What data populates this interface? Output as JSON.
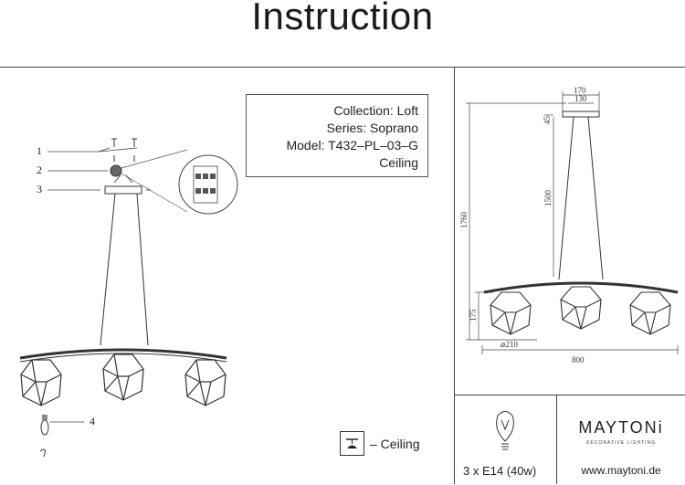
{
  "header": {
    "title": "Instruction"
  },
  "info": {
    "collection": "Collection: Loft",
    "series": "Series: Soprano",
    "model": "Model: T432–PL–03–G",
    "mount": "Ceiling"
  },
  "callouts": [
    "1",
    "2",
    "3",
    "4"
  ],
  "legend": {
    "ceiling": "– Ceiling"
  },
  "dimensions": {
    "canopy_outer": "170",
    "canopy_inner": "130",
    "total_height": "1760",
    "cable_length": "1500",
    "shade_height": "175",
    "shade_diameter": "⌀210",
    "width": "800",
    "canopy_thickness": "45"
  },
  "bulb": {
    "spec": "3 x E14 (40w)"
  },
  "brand": {
    "name": "MAYTONi",
    "tagline": "DECORATIVE LIGHTING",
    "website": "www.maytoni.de"
  }
}
